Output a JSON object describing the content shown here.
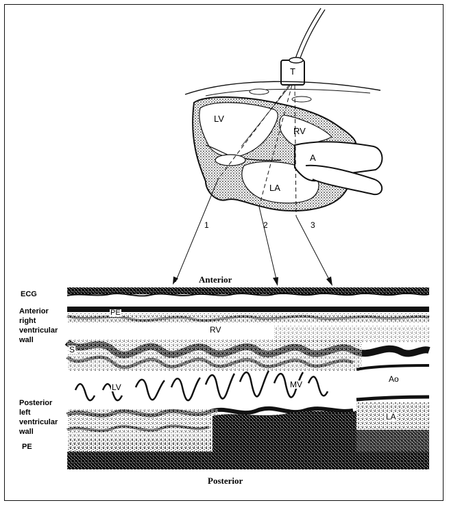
{
  "diagram": {
    "heart_labels": {
      "transducer": "T",
      "left_ventricle": "LV",
      "right_ventricle": "RV",
      "aorta": "A",
      "left_atrium": "LA"
    },
    "beam_labels": [
      "1",
      "2",
      "3"
    ],
    "echo": {
      "top_caption": "Anterior",
      "bottom_caption": "Posterior",
      "ecg_label": "ECG",
      "anterior_rv_wall_label": [
        "Anterior",
        "right",
        "ventricular",
        "wall"
      ],
      "posterior_lv_wall_label": [
        "Posterior",
        "left",
        "ventricular",
        "wall"
      ],
      "pe_label": "PE",
      "inner_labels": {
        "pe_top": "PE",
        "rv": "RV",
        "s": "S",
        "lv": "LV",
        "mv": "MV",
        "ao": "Ao",
        "la": "LA"
      }
    }
  },
  "colors": {
    "ink": "#111111",
    "tissue": "#3a3a3a",
    "background": "#ffffff"
  }
}
